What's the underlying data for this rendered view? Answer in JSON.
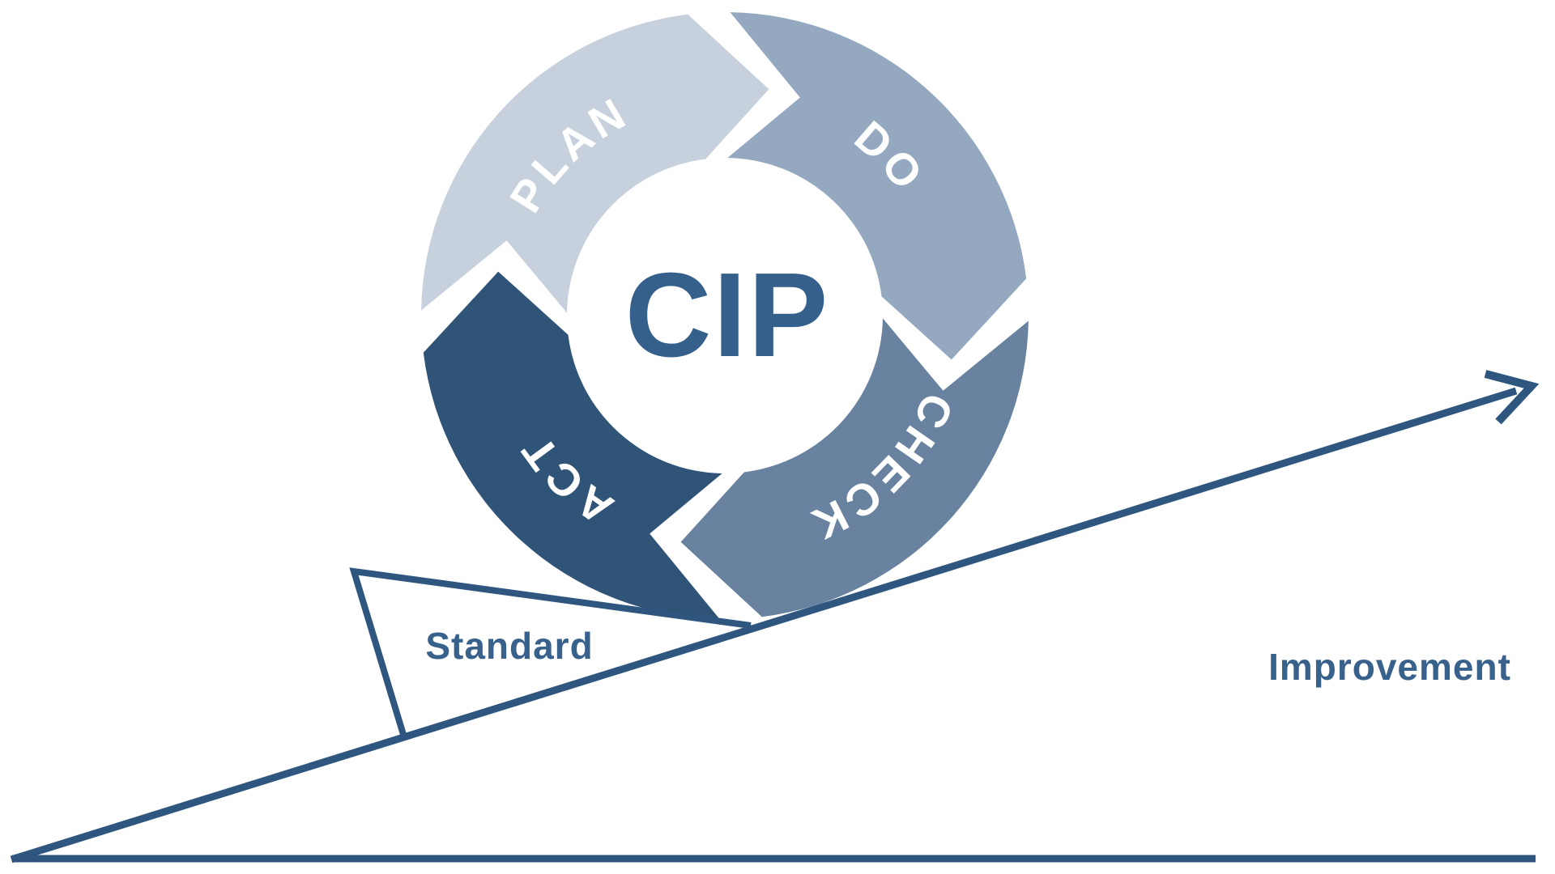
{
  "diagram": {
    "type": "pdca-cycle-on-slope",
    "cycle": {
      "center_label": "CIP",
      "center_color": "#35608c",
      "segment_text_color": "#ffffff",
      "segments": [
        {
          "label": "PLAN",
          "color": "#c7d1de"
        },
        {
          "label": "DO",
          "color": "#94a8c0"
        },
        {
          "label": "CHECK",
          "color": "#69829f"
        },
        {
          "label": "ACT",
          "color": "#305478"
        }
      ]
    },
    "slope": {
      "line_color": "#2e567e",
      "label_color": "#38618c",
      "standard_label": "Standard",
      "improvement_label": "Improvement"
    }
  }
}
